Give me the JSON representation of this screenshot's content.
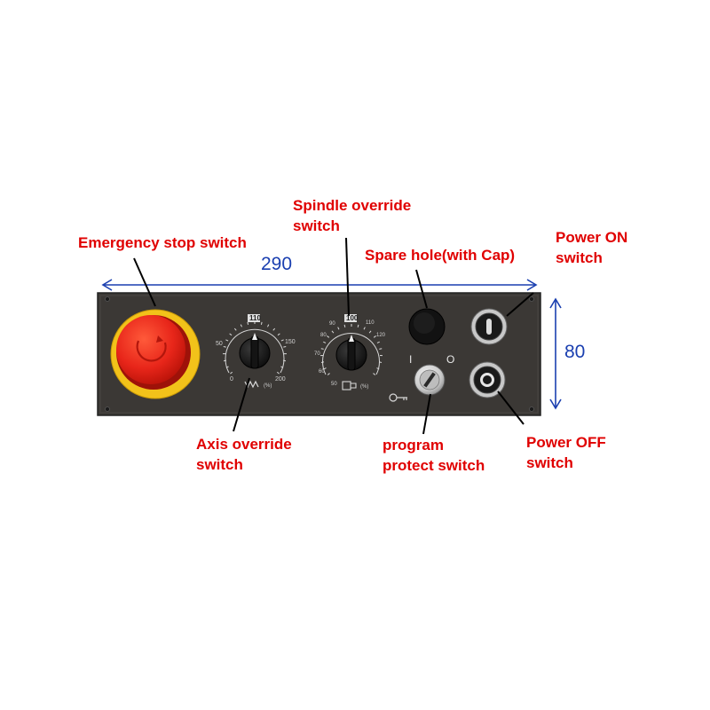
{
  "dimensions": {
    "width": "290",
    "height": "80"
  },
  "callouts": {
    "emergency": [
      "Emergency stop switch"
    ],
    "spindle": [
      "Spindle override",
      "switch"
    ],
    "spare": [
      "Spare hole(with Cap)"
    ],
    "power_on": [
      "Power ON",
      "switch"
    ],
    "axis": [
      "Axis override",
      "switch"
    ],
    "protect": [
      "program",
      "protect switch"
    ],
    "power_off": [
      "Power OFF",
      "switch"
    ]
  },
  "axis_dial": {
    "top": "110",
    "ticks": [
      "50",
      "150",
      "0",
      "200"
    ],
    "unit": "(%)"
  },
  "spindle_dial": {
    "top": "100",
    "ticks": [
      "90",
      "110",
      "80",
      "120",
      "70",
      "60",
      "50"
    ],
    "unit": "(%)"
  },
  "key_marks": {
    "on": "I",
    "off": "O"
  },
  "colors": {
    "callout": "#e00000",
    "dimension": "#1a3fb0",
    "panel": "#3b3835",
    "estop_red": "#e8261a",
    "estop_ring": "#f2c21a"
  }
}
